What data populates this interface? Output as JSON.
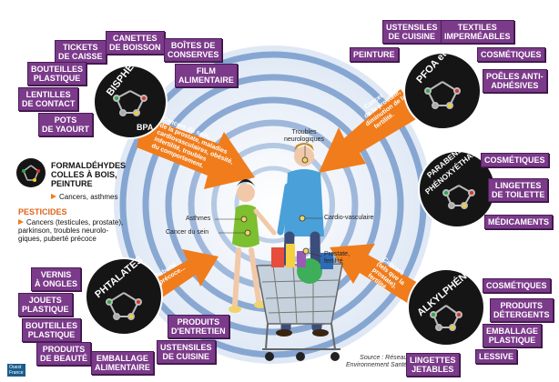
{
  "colors": {
    "tag_bg": "#7b3a8a",
    "arrow": "#f07c1b",
    "circle": "#151515",
    "rings": "#3d6fb5",
    "accent_orange": "#e0641a"
  },
  "bisphenol": {
    "name": "BISPHENOL A",
    "abbr": "BPA",
    "arrow_text": [
      "Cancers du sein,",
      "de la prostate, maladies",
      "cardiovasculaires, obésité,",
      "infertilité, troubles",
      "du comportement."
    ],
    "tags": [
      "TICKETS\nDE CAISSE",
      "CANETTES\nDE BOISSON",
      "BOÎTES DE\nCONSERVES",
      "BOUTEILLES\nPLASTIQUE",
      "FILM\nALIMENTAIRE",
      "LENTILLES\nDE CONTACT",
      "POTS\nDE YAOURT"
    ]
  },
  "pfoa": {
    "name": "PFOA et PFOS",
    "arrow_text": [
      "Cancer",
      "de la prostate,",
      "diminution de la",
      "fertilité."
    ],
    "tags": [
      "USTENSILES\nDE CUISINE",
      "TEXTILES\nIMPERMÉABLES",
      "PEINTURE",
      "COSMÉTIQUES",
      "POÊLES ANTI-\nADHÉSIVES"
    ]
  },
  "parabens": {
    "name_line1": "PARABENS ET",
    "name_line2": "PHÉNOXYÉTHANOL",
    "tags": [
      "COSMÉTIQUES",
      "LINGETTES\nDE TOILETTE",
      "MÉDICAMENTS"
    ]
  },
  "alkyl": {
    "name": "ALKYLPHÉNOLS",
    "arrow_text": [
      "Cancers",
      "(tels que la",
      "prostate),",
      "fertilité..."
    ],
    "tags": [
      "COSMÉTIQUES",
      "PRODUITS\nDÉTERGENTS",
      "EMBALLAGE\nPLASTIQUE",
      "LINGETTES\nJETABLES",
      "LESSIVE"
    ]
  },
  "phtalates": {
    "name": "PHTALATES",
    "arrow_text": [
      "Puberté",
      "précoce..."
    ],
    "tags": [
      "VERNIS\nÀ ONGLES",
      "JOUETS\nPLASTIQUE",
      "BOUTEILLES\nPLASTIQUE",
      "PRODUITS\nDE BEAUTÉ",
      "EMBALLAGE\nALIMENTAIRE",
      "PRODUITS\nD'ENTRETIEN",
      "USTENSILES\nDE CUISINE"
    ]
  },
  "formaldehydes": {
    "title": "FORMALDÉHYDES\nCOLLES À BOIS,\nPEINTURE",
    "effect": "Cancers, asthmes"
  },
  "pesticides": {
    "title": "PESTICIDES",
    "effect": "Cancers (testicules, prostate),\nparkinson, troubles neurolo-\ngiques, puberté précoce"
  },
  "body_labels": {
    "neuro": "Troubles\nneurologiques",
    "cardio": "Cardio-vasculaire",
    "asthmes": "Asthmes",
    "sein": "Cancer du sein",
    "prostate": "Prostate,\nfertilité"
  },
  "source": "Source : Réseau\nEnvironnement Santé",
  "logo": "Ouest\nFrance"
}
